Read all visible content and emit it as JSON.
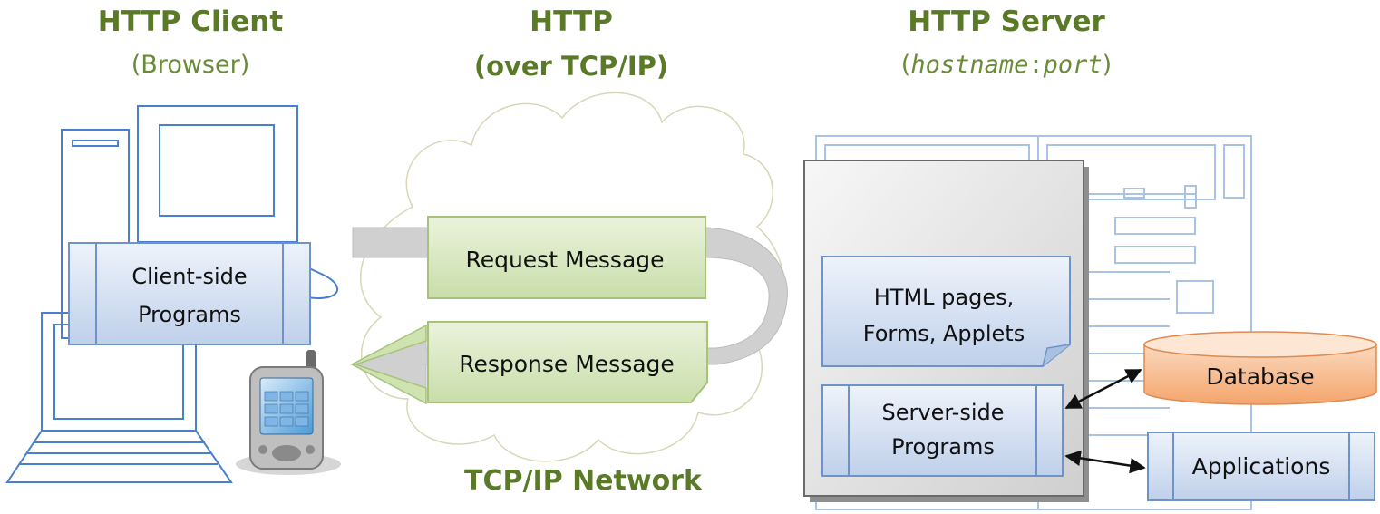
{
  "client": {
    "title": "HTTP Client",
    "subtitle": "(Browser)",
    "programs_line1": "Client-side",
    "programs_line2": "Programs"
  },
  "protocol": {
    "title": "HTTP",
    "subtitle": "(over TCP/IP)",
    "network_label": "TCP/IP Network",
    "request": "Request Message",
    "response": "Response Message"
  },
  "server": {
    "title": "HTTP Server",
    "subtitle_open": "(",
    "subtitle_host": "hostname",
    "subtitle_sep": ":",
    "subtitle_port": "port",
    "subtitle_close": ")",
    "pages_line1": "HTML pages,",
    "pages_line2": "Forms, Applets",
    "programs_line1": "Server-side",
    "programs_line2": "Programs",
    "database": "Database",
    "applications": "Applications"
  },
  "colors": {
    "heading_green": "#5a7a28",
    "outline_blue": "#4a7fd0",
    "message_green": "#cfe3b0",
    "database_orange": "#f7b98a"
  }
}
